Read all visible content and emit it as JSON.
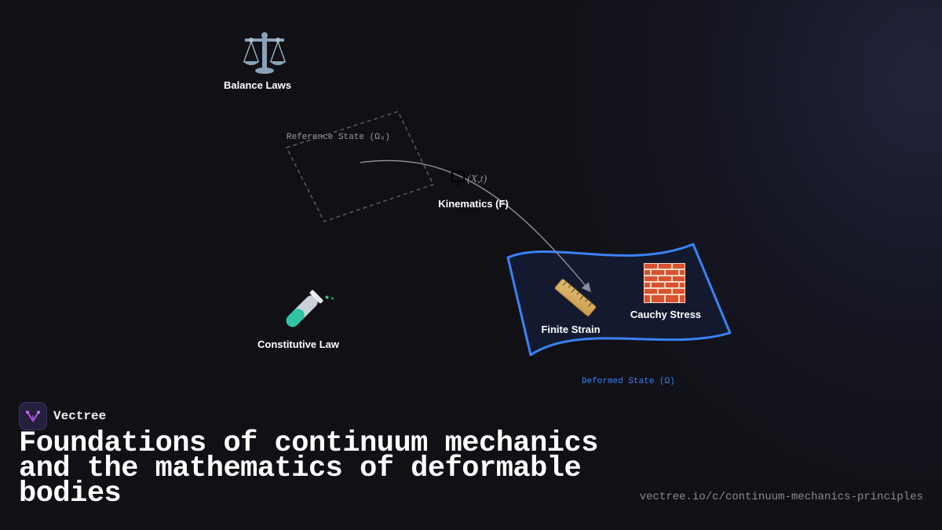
{
  "diagram": {
    "nodes": {
      "balance_laws": {
        "label": "Balance Laws",
        "icon": "balance-scale-icon"
      },
      "kinematics": {
        "label": "Kinematics (F)",
        "icon": "mapping-icon",
        "math": "(X,t)"
      },
      "constitutive_law": {
        "label": "Constitutive Law",
        "icon": "test-tube-icon"
      },
      "finite_strain": {
        "label": "Finite Strain",
        "icon": "ruler-icon"
      },
      "cauchy_stress": {
        "label": "Cauchy Stress",
        "icon": "brick-wall-icon"
      }
    },
    "reference_state": {
      "label": "Reference State (Ω₀)"
    },
    "deformed_state": {
      "label": "Deformed State (Ω)"
    },
    "colors": {
      "deformed_outline": "#3b82f6",
      "deformed_fill": "#131a30",
      "reference_outline": "#5a5a62",
      "arrow": "#8a8e98"
    }
  },
  "brand": {
    "name": "Vectree",
    "icon": "vectree-logo-icon"
  },
  "headline": "Foundations of continuum mechanics and the mathematics of deformable bodies",
  "url": "vectree.io/c/continuum-mechanics-principles"
}
